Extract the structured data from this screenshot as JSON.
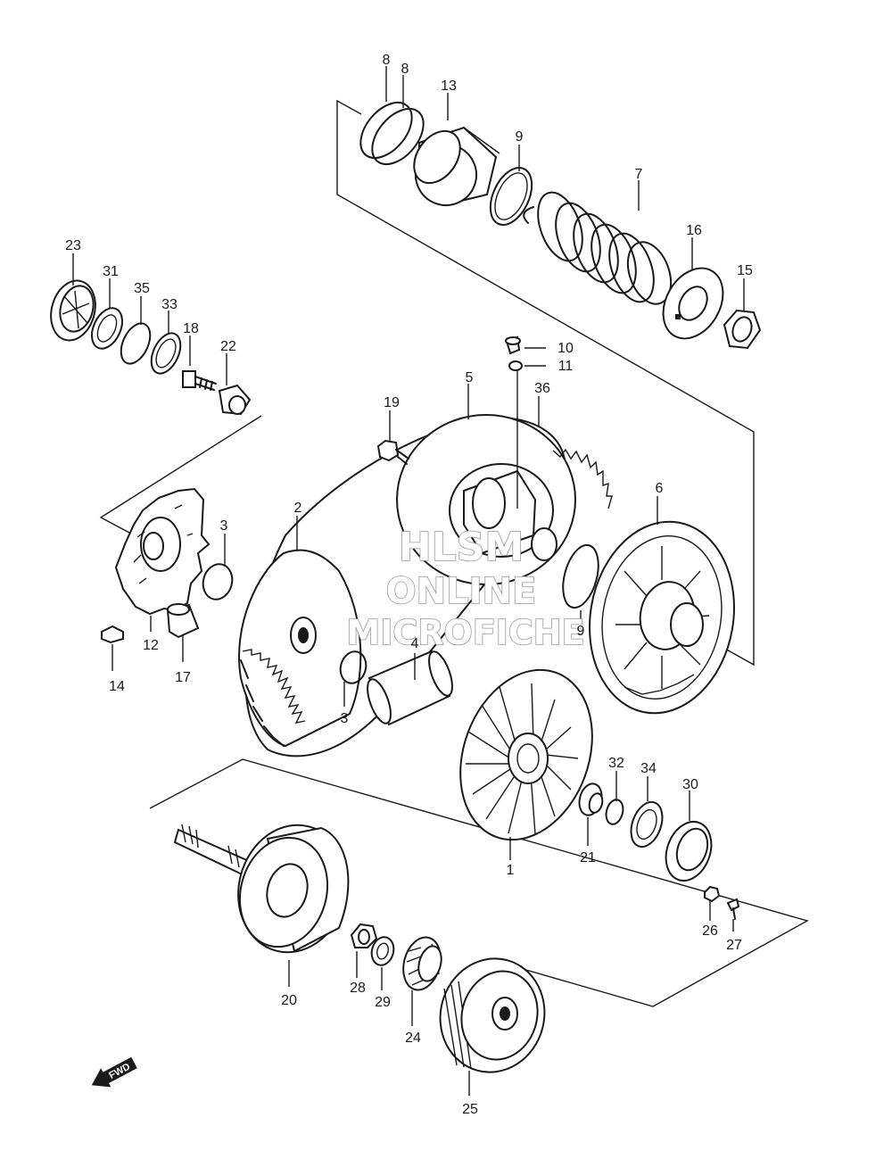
{
  "labels": {
    "p1": "1",
    "p2": "2",
    "p3a": "3",
    "p3b": "3",
    "p4": "4",
    "p5": "5",
    "p6": "6",
    "p7": "7",
    "p8a": "8",
    "p8b": "8",
    "p9a": "9",
    "p9b": "9",
    "p10": "10",
    "p11": "11",
    "p12": "12",
    "p13": "13",
    "p14": "14",
    "p15": "15",
    "p16": "16",
    "p17": "17",
    "p18": "18",
    "p19": "19",
    "p20": "20",
    "p21": "21",
    "p22": "22",
    "p23": "23",
    "p24": "24",
    "p25": "25",
    "p26": "26",
    "p27": "27",
    "p28": "28",
    "p29": "29",
    "p30": "30",
    "p31": "31",
    "p32": "32",
    "p33": "33",
    "p34": "34",
    "p35": "35",
    "p36": "36"
  },
  "watermark": {
    "line1": "HLSM",
    "line2": "ONLINE",
    "line3": "MICROFICHE"
  },
  "fwd_badge": "FWD",
  "colors": {
    "ink": "#1a1a1a",
    "watermark_outline": "#9a9a9a",
    "background": "#ffffff"
  }
}
